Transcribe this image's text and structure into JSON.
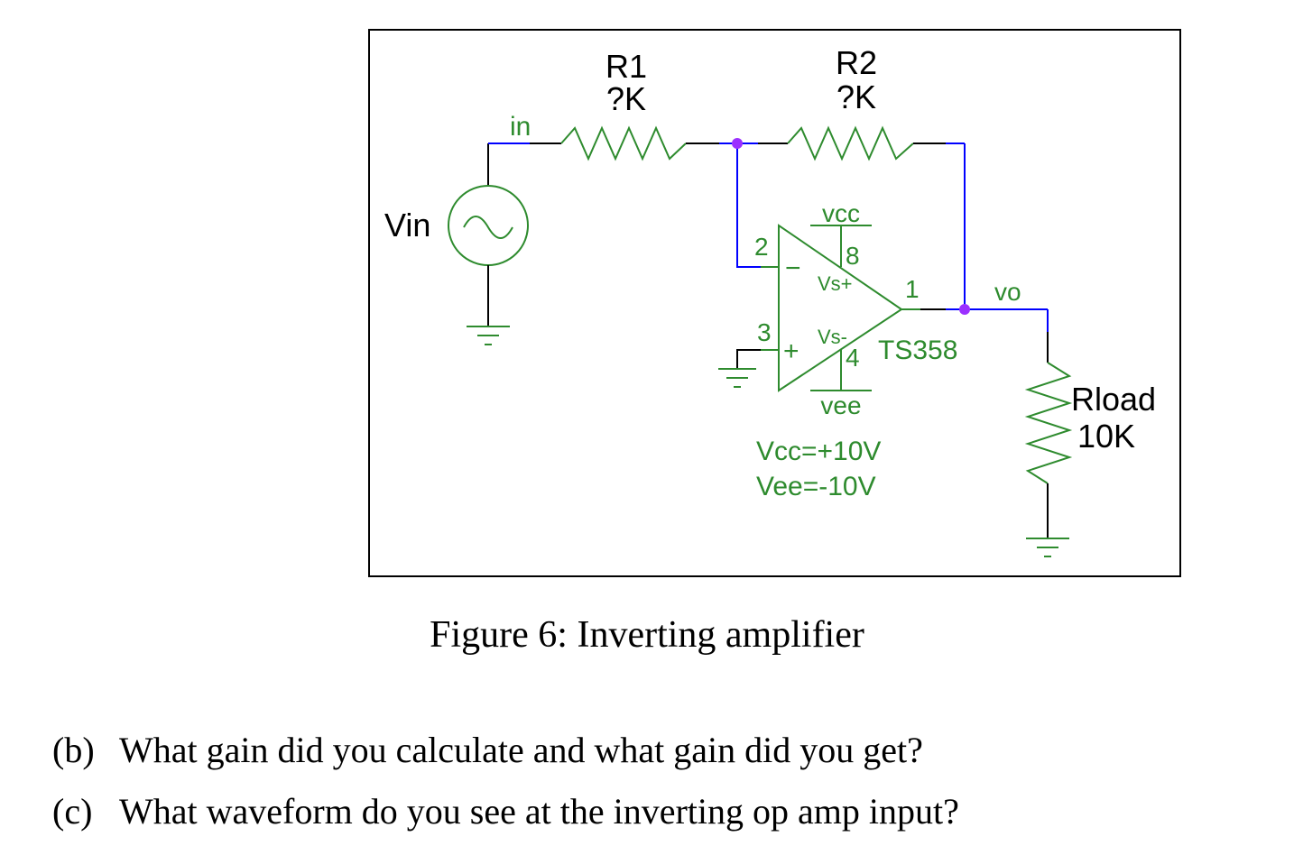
{
  "circuit": {
    "source": {
      "label": "Vin"
    },
    "net_in": "in",
    "r1": {
      "name": "R1",
      "value": "?K"
    },
    "r2": {
      "name": "R2",
      "value": "?K"
    },
    "opamp": {
      "part": "TS358",
      "vcc_net": "vcc",
      "vee_net": "vee",
      "pin_vcc": "8",
      "pin_vee": "4",
      "pin_inv": "2",
      "pin_noninv": "3",
      "pin_out": "1",
      "vs_plus": "Vs+",
      "vs_minus": "Vs-",
      "minus_sign": "−",
      "plus_sign": "+"
    },
    "net_out": "vo",
    "rload": {
      "name": "Rload",
      "value": "10K"
    },
    "supply_notes": [
      "Vcc=+10V",
      "Vee=-10V"
    ],
    "colors": {
      "wire": "#000000",
      "net_wire": "#0000ff",
      "component": "#2e8b2e",
      "node": "#9b30ff",
      "frame": "#000000"
    }
  },
  "caption": "Figure 6: Inverting amplifier",
  "questions": [
    {
      "tag": "(b)",
      "text": "What gain did you calculate and what gain did you get?"
    },
    {
      "tag": "(c)",
      "text": "What waveform do you see at the inverting op amp input?"
    }
  ]
}
